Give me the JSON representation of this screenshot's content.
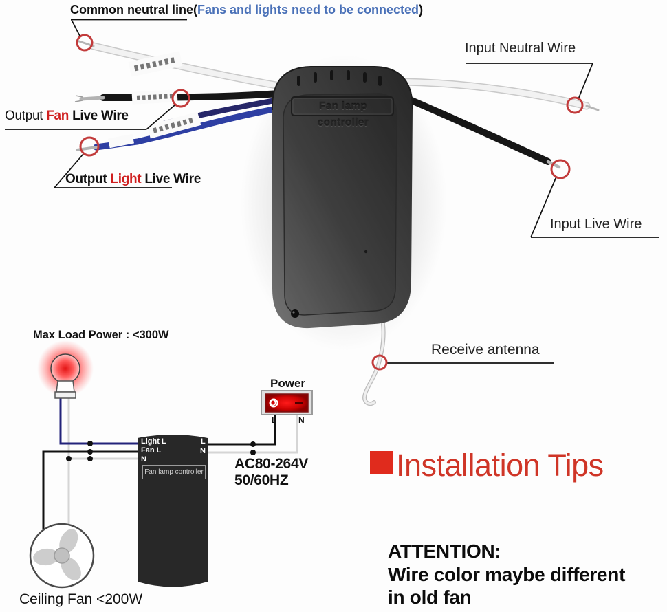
{
  "photo": {
    "common_neutral_label": {
      "prefix": "Common neutral line(",
      "highlight": "Fans and lights need to be connected",
      "suffix": ")"
    },
    "output_fan_label": {
      "prefix": "Output ",
      "highlight": "Fan",
      "suffix": " Live Wire"
    },
    "output_light_label": {
      "prefix": "Output ",
      "highlight": "Light",
      "suffix": " Live Wire"
    },
    "input_neutral_label": "Input Neutral Wire",
    "input_live_label": "Input Live Wire",
    "receive_antenna_label": "Receive antenna",
    "device_label": "Fan lamp controller"
  },
  "diagram": {
    "max_load_label": "Max Load Power : <300W",
    "power_label": "Power",
    "switch": {
      "off_symbol": "O",
      "on_symbol": "–",
      "live_terminal": "L",
      "neutral_terminal": "N"
    },
    "controller": {
      "left_terminals": [
        "Light L",
        "Fan L",
        "N"
      ],
      "right_terminals": [
        "L",
        "N"
      ],
      "label": "Fan lamp controller"
    },
    "voltage_line1": "AC80-264V",
    "voltage_line2": "50/60HZ",
    "ceiling_fan_label": "Ceiling Fan <200W"
  },
  "tips": {
    "title": "Installation Tips",
    "attention_heading": "ATTENTION:",
    "attention_line1": "Wire color maybe different",
    "attention_line2": "in old fan"
  },
  "colors": {
    "accent_red": "#d02020",
    "tips_red": "#cf3527",
    "link_blue": "#4a71b8",
    "marker_red": "#c23b3b",
    "wire_navy": "#23237a",
    "wire_gray": "#d5d5d5"
  }
}
